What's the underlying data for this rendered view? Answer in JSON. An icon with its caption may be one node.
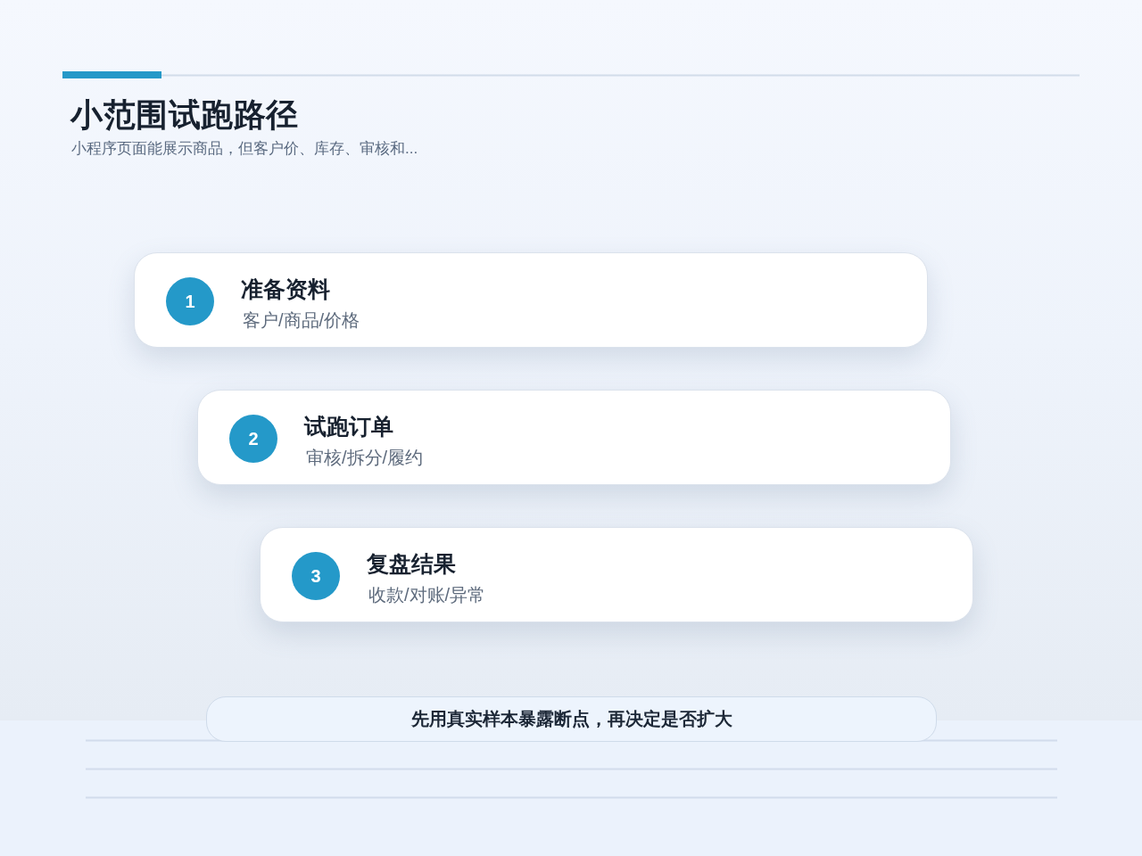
{
  "diagram": {
    "title": "小范围试跑路径",
    "nodes": [
      {
        "text": [
          "准备资料",
          "客户/商品/价格"
        ]
      },
      {
        "text": [
          "1"
        ],
        "in": 0
      },
      {
        "text": [
          "试跑订单",
          "审核/拆分/履约"
        ]
      },
      {
        "text": [
          "2"
        ],
        "in": 2
      },
      {
        "text": [
          "复盘结果",
          "收款/对账/异常"
        ]
      },
      {
        "text": [
          "3"
        ],
        "in": 4
      },
      {
        "text": [
          "先用真实样本暴露断点，再决定是否扩大"
        ]
      }
    ],
    "labels": [
      "小程序页面能展示商品，但客户价、库存、审核和..."
    ]
  }
}
